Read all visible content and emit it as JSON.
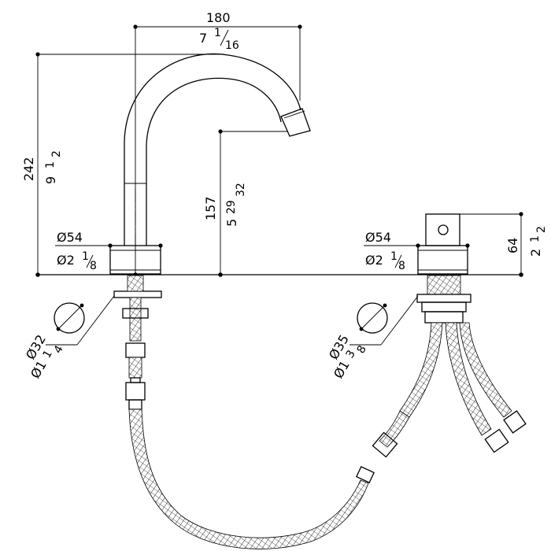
{
  "dimensions": {
    "width_mm": "180",
    "width_in_whole": "7",
    "width_in_num": "1",
    "width_in_den": "16",
    "height_mm": "242",
    "height_in_whole": "9",
    "height_in_num": "1",
    "height_in_den": "2",
    "spout_mm": "157",
    "spout_in_whole": "5",
    "spout_in_num": "29",
    "spout_in_den": "32",
    "handle_height_mm": "64",
    "handle_height_in_whole": "2",
    "handle_height_in_num": "1",
    "handle_height_in_den": "2",
    "spout_base_dia_mm": "Ø54",
    "spout_base_dia_in_whole": "Ø2",
    "spout_base_dia_in_num": "1",
    "spout_base_dia_in_den": "8",
    "handle_base_dia_mm": "Ø54",
    "handle_base_dia_in_whole": "Ø2",
    "handle_base_dia_in_num": "1",
    "handle_base_dia_in_den": "8",
    "spout_hole_mm": "Ø32",
    "spout_hole_in_whole": "Ø1",
    "spout_hole_in_num": "1",
    "spout_hole_in_den": "4",
    "handle_hole_mm": "Ø35",
    "handle_hole_in_whole": "Ø1",
    "handle_hole_in_num": "3",
    "handle_hole_in_den": "8"
  },
  "colors": {
    "line": "#000000",
    "background": "#ffffff"
  }
}
